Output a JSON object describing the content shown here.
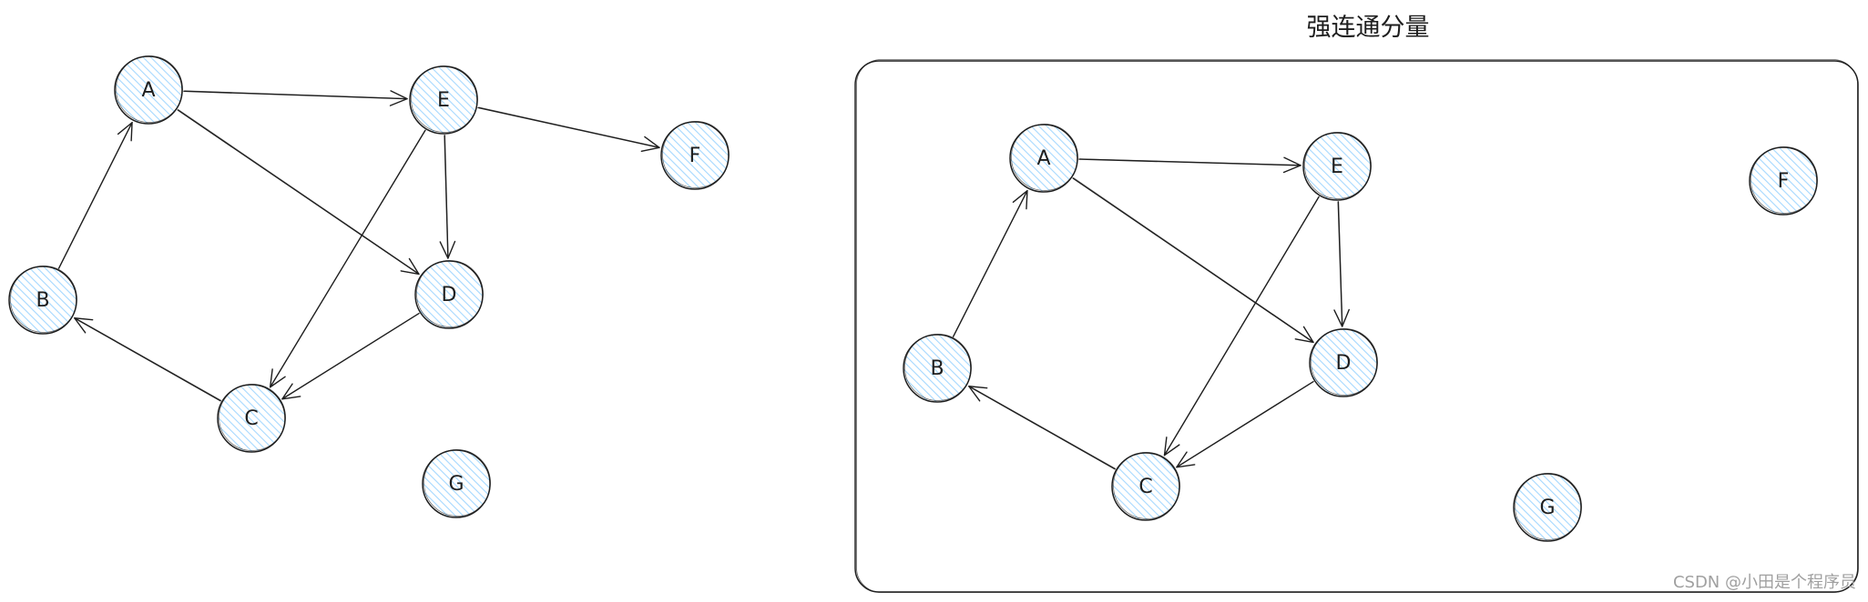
{
  "colors": {
    "stroke": "#1e1e1e",
    "node_hatch": "#a5d8ff",
    "node_background": "#ffffff",
    "watermark": "#a0a0a0"
  },
  "diagrams": [
    {
      "id": "original-graph",
      "nodes": [
        {
          "id": "A",
          "label": "A"
        },
        {
          "id": "E",
          "label": "E"
        },
        {
          "id": "F",
          "label": "F"
        },
        {
          "id": "B",
          "label": "B"
        },
        {
          "id": "D",
          "label": "D"
        },
        {
          "id": "C",
          "label": "C"
        },
        {
          "id": "G",
          "label": "G"
        }
      ],
      "edges": [
        {
          "from": "A",
          "to": "E"
        },
        {
          "from": "A",
          "to": "D"
        },
        {
          "from": "E",
          "to": "F"
        },
        {
          "from": "E",
          "to": "D"
        },
        {
          "from": "E",
          "to": "C"
        },
        {
          "from": "D",
          "to": "C"
        },
        {
          "from": "C",
          "to": "B"
        },
        {
          "from": "B",
          "to": "A"
        }
      ]
    },
    {
      "id": "scc-graph",
      "title": "强连通分量",
      "nodes": [
        {
          "id": "A",
          "label": "A"
        },
        {
          "id": "E",
          "label": "E"
        },
        {
          "id": "F",
          "label": "F"
        },
        {
          "id": "B",
          "label": "B"
        },
        {
          "id": "D",
          "label": "D"
        },
        {
          "id": "C",
          "label": "C"
        },
        {
          "id": "G",
          "label": "G"
        }
      ],
      "edges": [
        {
          "from": "A",
          "to": "E"
        },
        {
          "from": "A",
          "to": "D"
        },
        {
          "from": "E",
          "to": "D"
        },
        {
          "from": "E",
          "to": "C"
        },
        {
          "from": "D",
          "to": "C"
        },
        {
          "from": "C",
          "to": "B"
        },
        {
          "from": "B",
          "to": "A"
        }
      ]
    }
  ],
  "watermark": "CSDN @小田是个程序员"
}
